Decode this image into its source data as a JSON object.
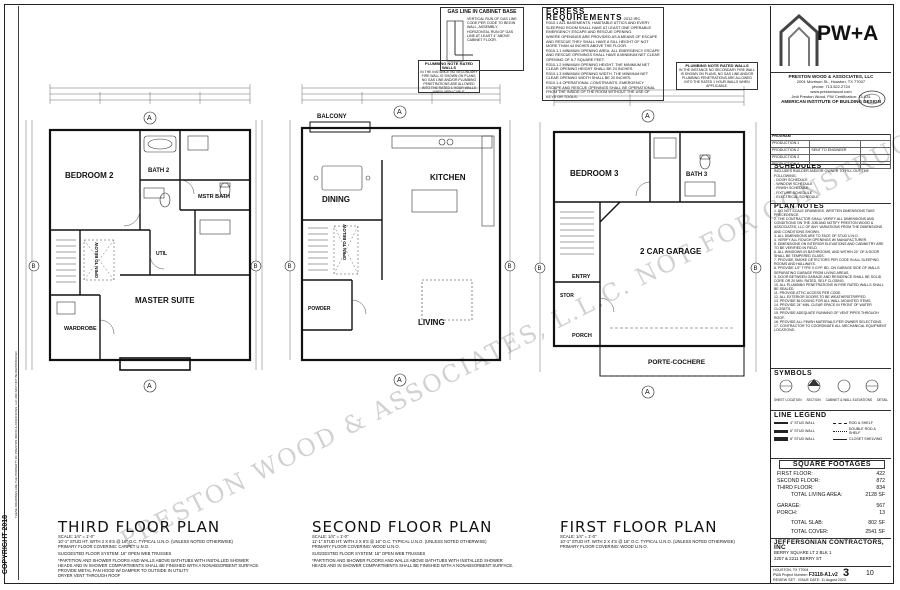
{
  "sheet": {
    "copyright": "COPYRIGHT 2018",
    "watermark": "PRESTON WOOD & ASSOCIATES, L.L.C. NOT FOR CONSTRUCTION",
    "side_fine_print": "THESE DRAWINGS ARE THE PROPERTY OF PRESTON WOOD & ASSOCIATES, LLC AND MAY NOT BE REPRODUCED"
  },
  "plans": [
    {
      "title": "THIRD FLOOR PLAN",
      "notes": [
        "SCALE: 1/4\" = 1'-0\"",
        "10'-1\" STUD HT. WITH 2 X 6'S @ 16\" O.C. TYPICAL U.N.O. (UNLESS NOTED OTHERWISE)",
        "PRIMARY FLOOR COVERING:  CARPET U.N.O.",
        "SUGGESTED FLOOR SYSTEM: 16\" OPEN WEB TRUSSES",
        "*PARTITION AND SHOWER FLOORS AND WALLS ABOVE BATHTUBS WITH INSTALLED SHOWER",
        "HEADS AND IN SHOWER COMPARTMENTS SHALL BE FINISHED WITH A NONABSORBENT SURFACE.",
        "PROVIDE METAL FAN HOOD W/ DAMPER TO OUTSIDE IN UTILITY",
        "DRYER VENT THROUGH ROOF"
      ],
      "rooms": {
        "bedroom": "BEDROOM 2",
        "bath": "BATH 2",
        "mbath": "MSTR BATH",
        "master": "MASTER SUITE",
        "ward": "WARDROBE",
        "open": "OPEN TO BELOW",
        "utility": "UTIL"
      }
    },
    {
      "title": "SECOND FLOOR PLAN",
      "notes": [
        "SCALE: 1/4\" = 1'-0\"",
        "11'-1\" STUD HT. WITH 2 X 6'S @ 16\" O.C. TYPICAL U.N.O. (UNLESS NOTED OTHERWISE)",
        "PRIMARY FLOOR COVERING:  WOOD U.N.O.",
        "SUGGESTED FLOOR SYSTEM: 16\" OPEN WEB TRUSSES",
        "*PARTITION AND SHOWER FLOORS AND WALLS ABOVE BATHTUBS WITH INSTALLED SHOWER",
        "HEADS AND IN SHOWER COMPARTMENTS SHALL BE FINISHED WITH A NONABSORBENT SURFACE."
      ],
      "rooms": {
        "balcony": "BALCONY",
        "dining": "DINING",
        "kitchen": "KITCHEN",
        "living": "LIVING",
        "open": "OPEN TO BELOW",
        "powder": "POWDER"
      }
    },
    {
      "title": "FIRST FLOOR PLAN",
      "notes": [
        "SCALE: 1/4\" = 1'-0\"",
        "10'-1\" STUD HT. WITH 2 X 4'S @ 16\" O.C. TYPICAL U.N.O. (UNLESS NOTED OTHERWISE)",
        "PRIMARY FLOOR COVERING:  WOOD U.N.O."
      ],
      "rooms": {
        "bedroom": "BEDROOM 3",
        "bath": "BATH 3",
        "garage": "2 CAR GARAGE",
        "entry": "ENTRY",
        "porch": "PORCH",
        "porte": "PORTE-COCHERE",
        "stor": "STOR"
      }
    }
  ],
  "callouts": {
    "gas": {
      "title": "GAS LINE IN CABINET BASE",
      "text": "VERTICAL RUN OF GAS LINE CODE PER CODE TO BEGIN WALL, ASSEMBLY. HORIZONTAL RUN OF GAS LINE AT LEAST 4\" ABOVE CABINET FLOOR."
    },
    "plumb_left": {
      "title": "PLUMBING NOTE RATED WALLS",
      "text": "IN THE INSTANCE NO SECONDARY FIRE WALL IS SHOWN ON PLANS, NO GAS LINE AND/OR PLUMBING PENETRATIONS ARE ALLOWED INTO THE RATED 1 HOUR WALLS WHEN APPLICABLE."
    },
    "plumb_right": {
      "title": "PLUMBING NOTE RATED WALLS",
      "text": "IN THE INSTANCE NO SECONDARY FIRE WALL IS SHOWN ON PLANS, NO GAS LINE AND/OR PLUMBING PENETRATIONS ARE ALLOWED INTO THE RATED 1 HOUR WALLS WHEN APPLICABLE."
    }
  },
  "egress": {
    "title": "EGRESS REQUIREMENTS",
    "code": "2012 IRC",
    "lines": [
      "R310.1 ALL BASEMENTS, HABITABLE ATTICS AND EVERY SLEEPING ROOM SHALL HAVE AT LEAST ONE OPERABLE EMERGENCY ESCAPE AND RESCUE OPENING.",
      "WHERE OPENINGS ARE PROVIDED AS A MEANS OF ESCAPE AND RESCUE THEY SHALL HAVE A SILL HEIGHT OF NOT MORE THAN 44 INCHES ABOVE THE FLOOR.",
      "R310.1.1 MINIMUM OPENING AREA. ALL EMERGENCY ESCAPE AND RESCUE OPENINGS SHALL HAVE A MINIMUM NET CLEAR OPENING OF 5.7 SQUARE FEET.",
      "R310.1.2 MINIMUM OPENING HEIGHT. THE MINIMUM NET CLEAR OPENING HEIGHT SHALL BE 24 INCHES.",
      "R310.1.3 MINIMUM OPENING WIDTH. THE MINIMUM NET CLEAR OPENING WIDTH SHALL BE 20 INCHES.",
      "R310.1.4 OPERATIONAL CONSTRAINTS. EMERGENCY ESCAPE AND RESCUE OPENINGS SHALL BE OPERATIONAL FROM THE INSIDE OF THE ROOM WITHOUT THE USE OF KEYS OR TOOLS."
    ]
  },
  "titleblock": {
    "logo": "PW+A",
    "firm_name": "PRESTON WOOD & ASSOCIATES, LLC",
    "firm_address": "2001 Morrison St., Houston, TX 77007",
    "firm_phone": "phone: 713.522.2724",
    "firm_web": "www.prestonwood.com",
    "firm_members": "Jedi Preston Wood, PW Certification: 13-031",
    "firm_aib": "AMERICAN INSTITUTE OF BUILDING DESIGN",
    "program_label": "PROGRAM",
    "rev_rows": [
      "PRODUCTION 1",
      "PRODUCTION 2",
      "PRODUCTION 3",
      "PRODUCTION 4"
    ],
    "rev_mid": [
      "",
      "SENT TO ENGINEER",
      "",
      ""
    ],
    "schedules_title": "SCHEDULES",
    "schedules_text": [
      "INCLUDES BUILDER AND/OR OWNER TO FILL OUT THE FOLLOWING:",
      "- DOOR SCHEDULE",
      "- WINDOW SCHEDULE",
      "- FINISH SCHEDULE",
      "- FIXTURE SCHEDULE",
      "- ELECTRICAL SCHEDULE"
    ],
    "plan_notes_title": "PLAN NOTES",
    "plan_notes": [
      "1. DO NOT SCALE DRAWINGS. WRITTEN DIMENSIONS TAKE PRECEDENCE.",
      "2. THE CONTRACTOR SHALL VERIFY ALL DIMENSIONS AND CONDITIONS ON THE JOB AND NOTIFY PRESTON WOOD & ASSOCIATES, LLC OF ANY VARIATIONS FROM THE DIMENSIONS AND CONDITIONS SHOWN.",
      "3. ALL DIMENSIONS ARE TO FACE OF STUD U.N.O.",
      "4. VERIFY ALL ROUGH OPENINGS W/ MANUFACTURER.",
      "5. DIMENSIONS ON INTERIOR ELEVATIONS AND CABINETRY ARE TO BE VERIFIED IN FIELD.",
      "6. ALL WINDOWS IN BATHROOMS, AND WITHIN 24\" OF A DOOR SHALL BE TEMPERED GLASS.",
      "7. PROVIDE SMOKE DETECTORS PER CODE IN ALL SLEEPING ROOMS AND HALLWAYS.",
      "8. PROVIDE 1/2\" TYPE X GYP. BD. ON GARAGE SIDE OF WALLS SEPARATING GARAGE FROM LIVING AREAS.",
      "9. DOOR BETWEEN GARAGE AND RESIDENCE SHALL BE SOLID CORE OR 20 MIN. RATED, SELF CLOSING.",
      "10. ALL PLUMBING PENETRATIONS IN FIRE RATED WALLS SHALL BE SEALED.",
      "11. PROVIDE ATTIC ACCESS PER CODE.",
      "12. ALL EXTERIOR DOORS TO BE WEATHERSTRIPPED.",
      "13. PROVIDE BLOCKING FOR ALL WALL MOUNTED ITEMS.",
      "14. PROVIDE 24\" MIN. CLEAR SPACE IN FRONT OF WATER CLOSETS.",
      "15. PROVIDE ADEQUATE RUNNING OF VENT PIPES THROUGH ROOF.",
      "16. PROVIDE ALL FINISH MATERIALS PER OWNER SELECTIONS.",
      "17. CONTRACTOR TO COORDINATE ALL MECHANICAL EQUIPMENT LOCATIONS."
    ],
    "symbols_title": "SYMBOLS",
    "symbols": [
      "SHEET LOCATION",
      "SECTION",
      "CABINET & WALL ELEVATIONS",
      "DETAIL"
    ],
    "line_legend_title": "LINE LEGEND",
    "line_legend": [
      "4\" STUD WALL",
      "6\" STUD WALL",
      "8\" STUD WALL",
      "ROD & SHELF",
      "DOUBLE ROD & SHELF",
      "CLOSET SHELVING"
    ],
    "sqft_title": "SQUARE FOOTAGES",
    "sqft": [
      {
        "label": "FIRST FLOOR:",
        "value": "422"
      },
      {
        "label": "SECOND FLOOR:",
        "value": "872"
      },
      {
        "label": "THIRD FLOOR:",
        "value": "834"
      },
      {
        "label": "TOTAL LIVING AREA:",
        "value": "2128 SF"
      },
      {
        "label": "GARAGE:",
        "value": "567"
      },
      {
        "label": "PORCH:",
        "value": "13"
      },
      {
        "label": "TOTAL SLAB:",
        "value": "802 SF"
      },
      {
        "label": "TOTAL COVER:",
        "value": "2541 SF"
      }
    ],
    "client_name": "JEFFERSONIAN CONTRACTORS, INC",
    "client_line1": "BERRY SQUARE LT 2 BLK 1",
    "client_line2": "2207 & 2211 BERRY ST",
    "client_line3": "HOUSTON, TX 77004",
    "project_label": "PWA Project Number:",
    "project_number": "F3118-A1.v2",
    "sheet_number": "3",
    "sheet_total": "10",
    "review_label": "REVIEW SET",
    "issue_label": "ISSUE DATE:",
    "issue_date": "11 August 2023"
  }
}
